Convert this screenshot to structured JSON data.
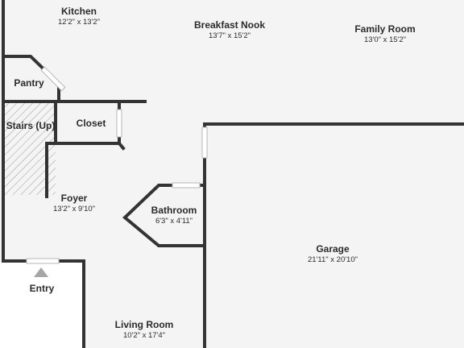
{
  "colors": {
    "floor": "#f4f4f4",
    "outside": "#ffffff",
    "wall": "#333333",
    "stair_hatch": "#9a9a9a",
    "entry_marker": "#a6a6a6",
    "text": "#2b2b2b"
  },
  "rooms": {
    "kitchen": {
      "name": "Kitchen",
      "dims": "12'2\" x 13'2\""
    },
    "breakfast_nook": {
      "name": "Breakfast Nook",
      "dims": "13'7\" x 15'2\""
    },
    "family_room": {
      "name": "Family Room",
      "dims": "13'0\" x 15'2\""
    },
    "pantry": {
      "name": "Pantry"
    },
    "stairs": {
      "name": "Stairs (Up)"
    },
    "closet": {
      "name": "Closet"
    },
    "foyer": {
      "name": "Foyer",
      "dims": "13'2\" x 9'10\""
    },
    "bathroom": {
      "name": "Bathroom",
      "dims": "6'3\" x 4'11\""
    },
    "garage": {
      "name": "Garage",
      "dims": "21'11\" x 20'10\""
    },
    "entry": {
      "name": "Entry"
    },
    "living_room": {
      "name": "Living Room",
      "dims": "10'2\" x 17'4\""
    }
  }
}
